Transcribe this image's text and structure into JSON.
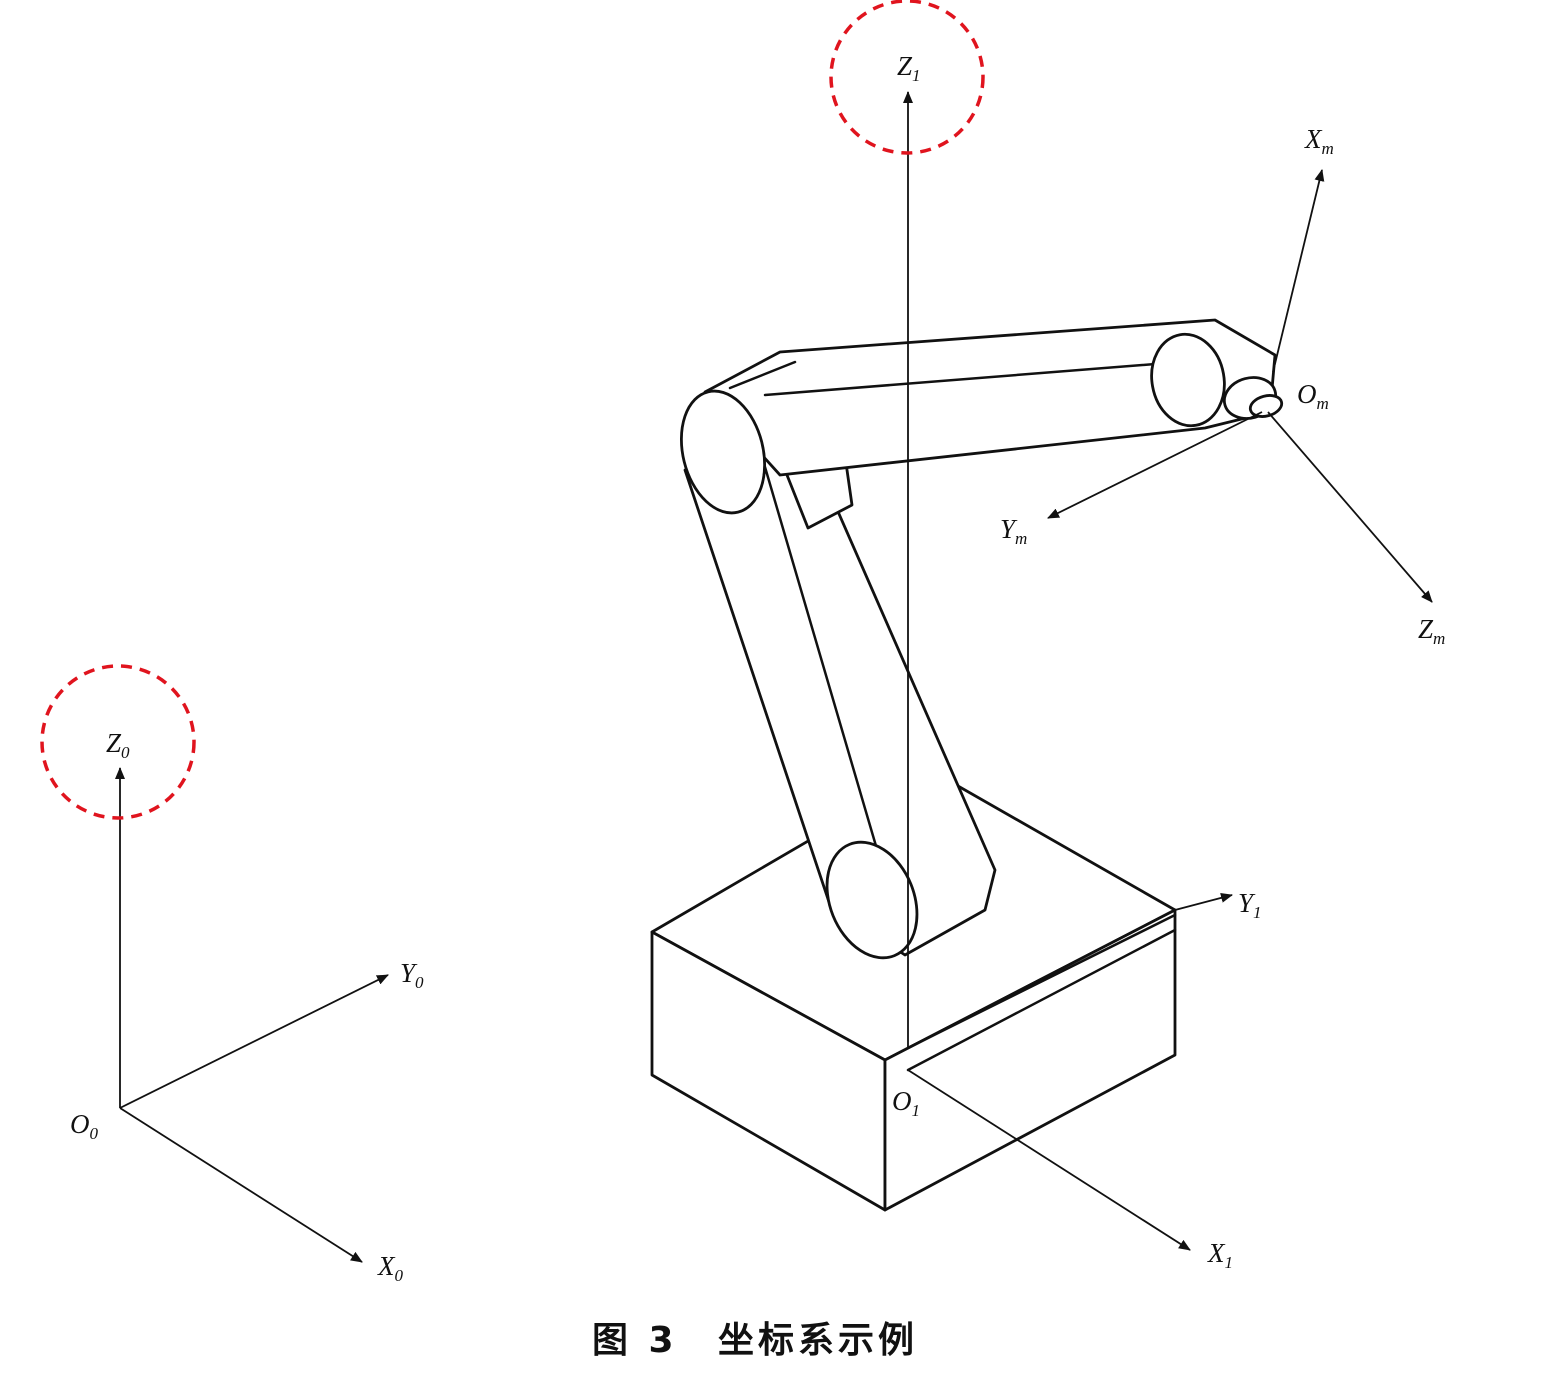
{
  "figure": {
    "caption_number": "图 3",
    "caption_text": "坐标系示例"
  },
  "world_frame": {
    "origin": {
      "main": "O",
      "sub": "0"
    },
    "x_axis": {
      "main": "X",
      "sub": "0"
    },
    "y_axis": {
      "main": "Y",
      "sub": "0"
    },
    "z_axis": {
      "main": "Z",
      "sub": "0"
    }
  },
  "base_frame": {
    "origin": {
      "main": "O",
      "sub": "1"
    },
    "x_axis": {
      "main": "X",
      "sub": "1"
    },
    "y_axis": {
      "main": "Y",
      "sub": "1"
    },
    "z_axis": {
      "main": "Z",
      "sub": "1"
    }
  },
  "mechanical_interface_frame": {
    "origin": {
      "main": "O",
      "sub": "m"
    },
    "x_axis": {
      "main": "X",
      "sub": "m"
    },
    "y_axis": {
      "main": "Y",
      "sub": "m"
    },
    "z_axis": {
      "main": "Z",
      "sub": "m"
    }
  },
  "highlight_color": "#e0141e"
}
